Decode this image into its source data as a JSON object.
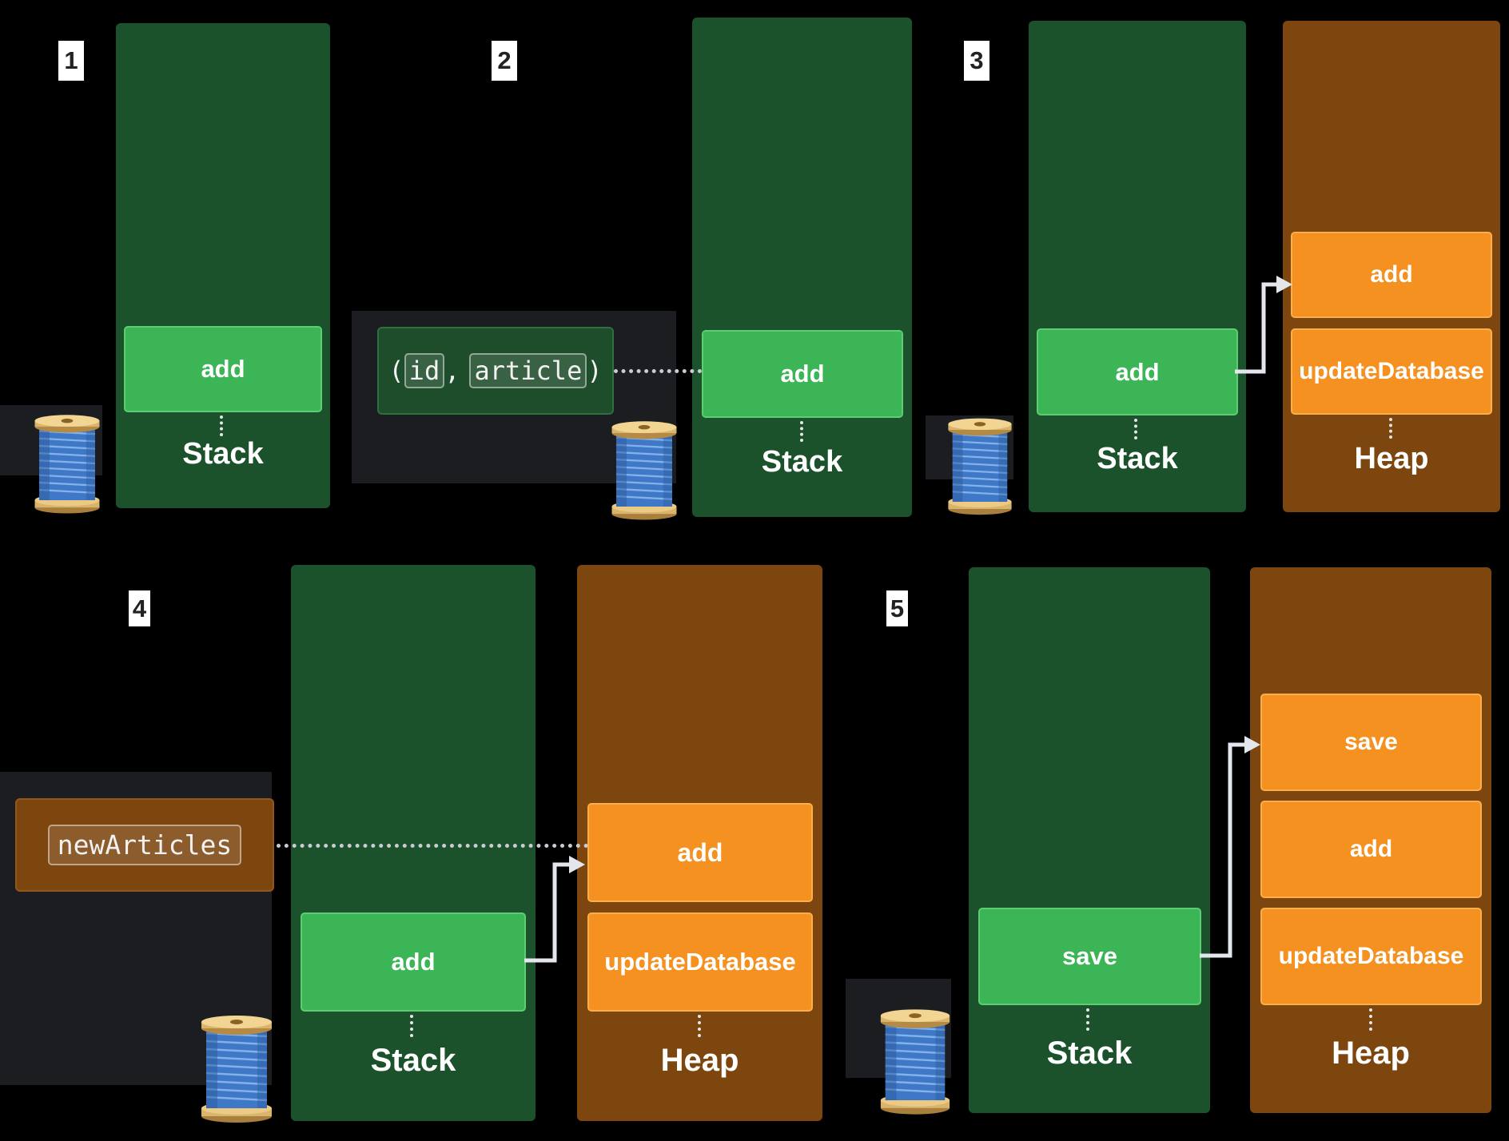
{
  "steps": [
    "1",
    "2",
    "3",
    "4",
    "5"
  ],
  "labels": {
    "stack": "Stack",
    "heap": "Heap"
  },
  "panel1": {
    "stack_frames": [
      "add"
    ]
  },
  "panel2": {
    "capture": {
      "open": "(",
      "a": "id",
      "comma": ",",
      "b": "article",
      "close": ")"
    },
    "stack_frames": [
      "add"
    ]
  },
  "panel3": {
    "stack_frames": [
      "add"
    ],
    "heap_frames": [
      "add",
      "updateDatabase"
    ]
  },
  "panel4": {
    "capture": "newArticles",
    "stack_frames": [
      "add"
    ],
    "heap_frames": [
      "add",
      "updateDatabase"
    ]
  },
  "panel5": {
    "stack_frames": [
      "save"
    ],
    "heap_frames": [
      "save",
      "add",
      "updateDatabase"
    ]
  },
  "colors": {
    "stack": "#1b522c",
    "stack_frame": "#3cb556",
    "heap": "#7d460f",
    "heap_frame": "#f49121",
    "thread_spool": "#4a86d4"
  },
  "icons": {
    "thread": "spool-of-thread-icon",
    "arrow": "arrow-right-icon"
  }
}
